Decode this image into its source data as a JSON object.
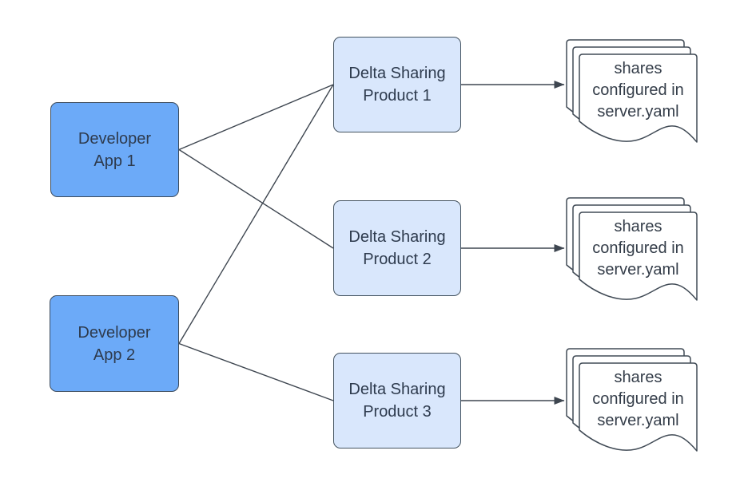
{
  "diagram": {
    "nodes": {
      "app1": {
        "label": "Developer\nApp 1",
        "type": "developer-app"
      },
      "app2": {
        "label": "Developer\nApp 2",
        "type": "developer-app"
      },
      "p1": {
        "label": "Delta Sharing\nProduct 1",
        "type": "delta-sharing-product"
      },
      "p2": {
        "label": "Delta Sharing\nProduct 2",
        "type": "delta-sharing-product"
      },
      "p3": {
        "label": "Delta Sharing\nProduct 3",
        "type": "delta-sharing-product"
      },
      "s1": {
        "label": "shares\nconfigured in\nserver.yaml",
        "type": "document-stack"
      },
      "s2": {
        "label": "shares\nconfigured in\nserver.yaml",
        "type": "document-stack"
      },
      "s3": {
        "label": "shares\nconfigured in\nserver.yaml",
        "type": "document-stack"
      }
    },
    "edges": [
      {
        "from": "app1",
        "to": "p1",
        "arrow": false
      },
      {
        "from": "app1",
        "to": "p2",
        "arrow": false
      },
      {
        "from": "app2",
        "to": "p1",
        "arrow": false
      },
      {
        "from": "app2",
        "to": "p3",
        "arrow": false
      },
      {
        "from": "p1",
        "to": "s1",
        "arrow": true
      },
      {
        "from": "p2",
        "to": "s2",
        "arrow": true
      },
      {
        "from": "p3",
        "to": "s3",
        "arrow": true
      }
    ]
  },
  "colors": {
    "app_fill": "#6caaf8",
    "app_stroke": "#3c4c5e",
    "product_fill": "#d9e7fc",
    "product_stroke": "#43525f",
    "document_fill": "#ffffff",
    "document_stroke": "#414b56",
    "connector_line": "#3e4650",
    "label_text": "#2e3b4e",
    "background": "#ffffff"
  }
}
